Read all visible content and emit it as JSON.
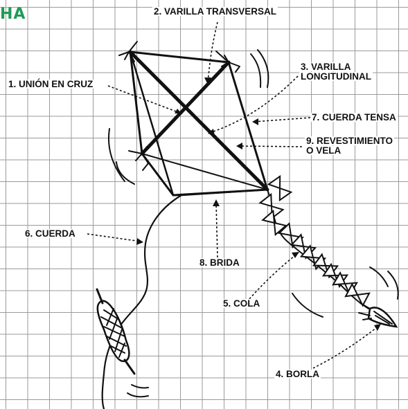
{
  "partial_title": "HA",
  "labels": {
    "union_cruz": "1. UNIÓN EN CRUZ",
    "varilla_transversal": "2. VARILLA TRANSVERSAL",
    "varilla_longitudinal_1": "3. VARILLA",
    "varilla_longitudinal_2": "LONGITUDINAL",
    "borla": "4. BORLA",
    "cola": "5. COLA",
    "cuerda": "6. CUERDA",
    "cuerda_tensa": "7. CUERDA TENSA",
    "brida": "8. BRIDA",
    "revestimiento_1": "9. REVESTIMIENTO",
    "revestimiento_2": "O VELA"
  },
  "colors": {
    "ink": "#111111",
    "grid": "#9a9a9a",
    "title": "#1f9a55"
  }
}
